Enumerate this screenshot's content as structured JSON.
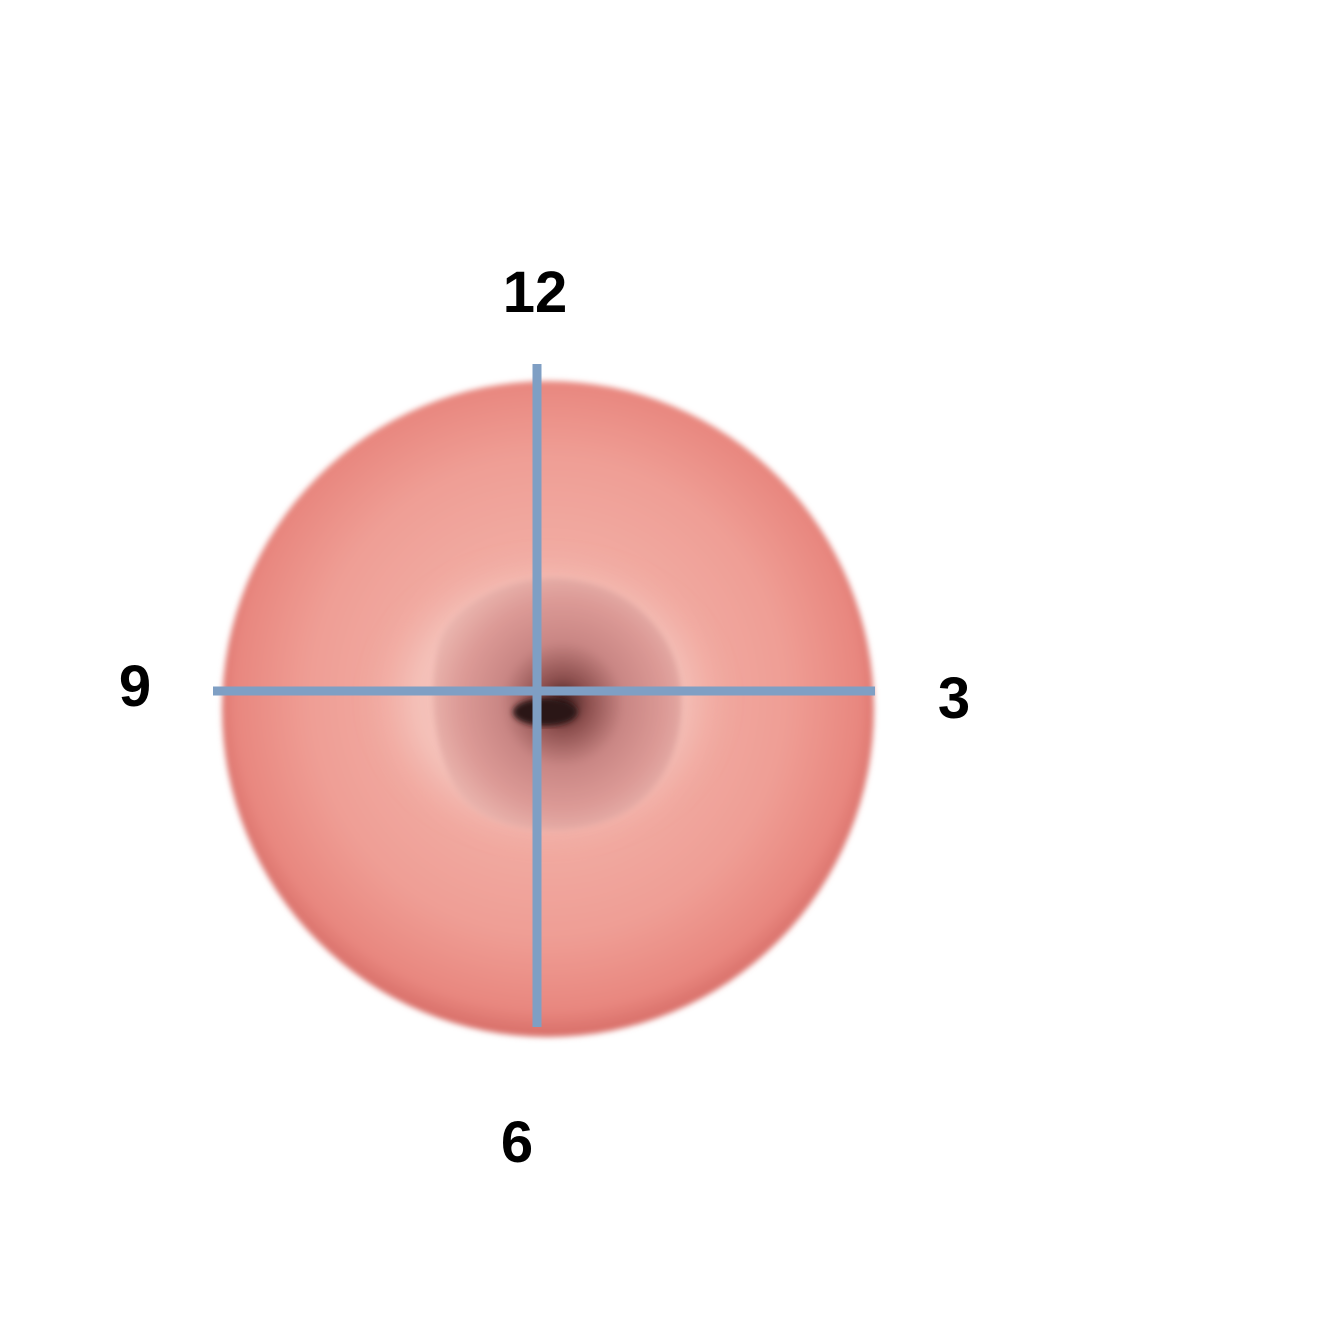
{
  "labels": {
    "top": "12",
    "right": "3",
    "bottom": "6",
    "left": "9"
  },
  "colors": {
    "background": "#ffffff",
    "tissue_outer": "#e98a82",
    "tissue_mid": "#f2a79e",
    "tissue_edge": "#d86e68",
    "os_ring": "#f4c2bb",
    "os_inner": "#b96a68",
    "os_center": "#3a1f1f",
    "crosshair": "#7f9fc4",
    "label_text": "#000000"
  }
}
